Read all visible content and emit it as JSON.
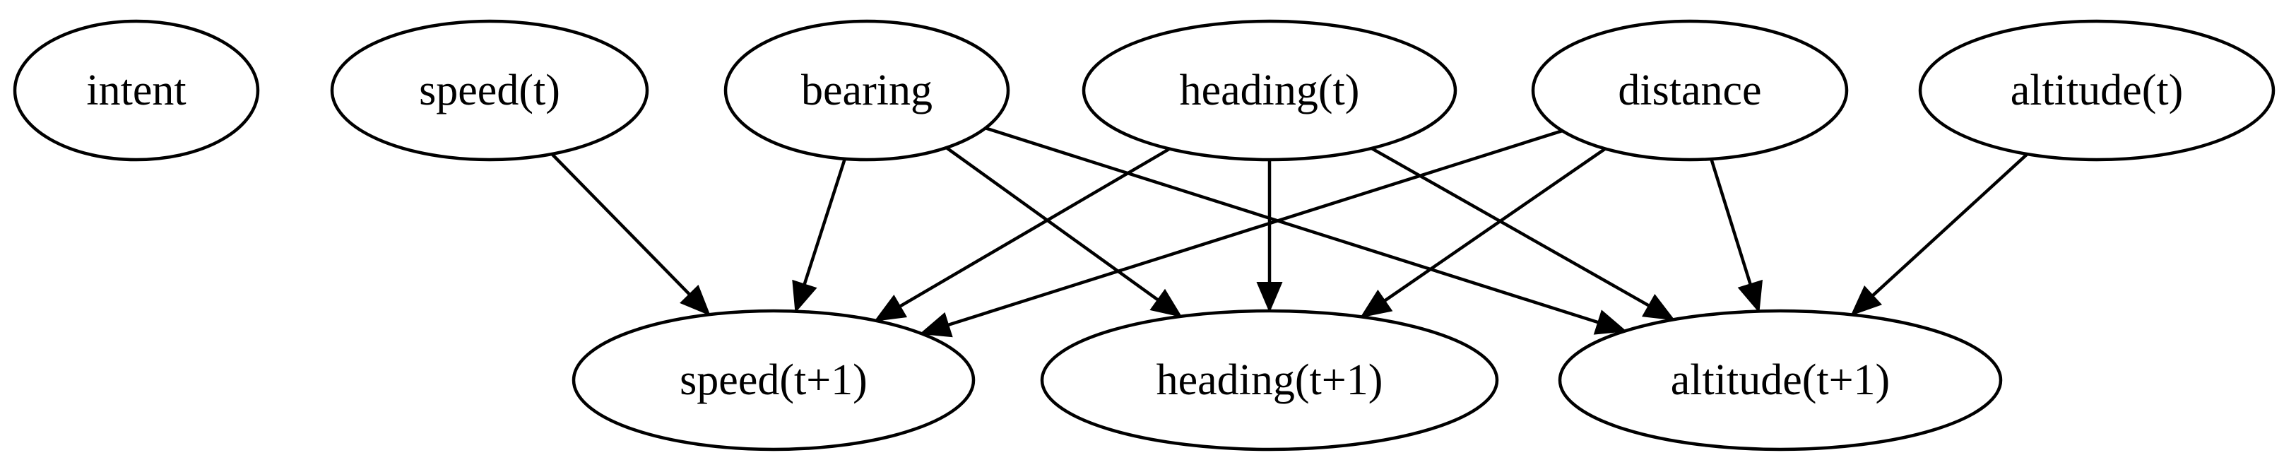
{
  "diagram": {
    "type": "directed-graph",
    "nodes": [
      {
        "id": "intent",
        "label": "intent"
      },
      {
        "id": "speed_t",
        "label": "speed(t)"
      },
      {
        "id": "bearing",
        "label": "bearing"
      },
      {
        "id": "heading_t",
        "label": "heading(t)"
      },
      {
        "id": "distance",
        "label": "distance"
      },
      {
        "id": "altitude_t",
        "label": "altitude(t)"
      },
      {
        "id": "speed_t1",
        "label": "speed(t+1)"
      },
      {
        "id": "heading_t1",
        "label": "heading(t+1)"
      },
      {
        "id": "altitude_t1",
        "label": "altitude(t+1)"
      }
    ],
    "edges": [
      {
        "from": "speed_t",
        "to": "speed_t1"
      },
      {
        "from": "bearing",
        "to": "speed_t1"
      },
      {
        "from": "bearing",
        "to": "heading_t1"
      },
      {
        "from": "bearing",
        "to": "altitude_t1"
      },
      {
        "from": "heading_t",
        "to": "speed_t1"
      },
      {
        "from": "heading_t",
        "to": "heading_t1"
      },
      {
        "from": "heading_t",
        "to": "altitude_t1"
      },
      {
        "from": "distance",
        "to": "speed_t1"
      },
      {
        "from": "distance",
        "to": "heading_t1"
      },
      {
        "from": "distance",
        "to": "altitude_t1"
      },
      {
        "from": "altitude_t",
        "to": "altitude_t1"
      }
    ]
  }
}
